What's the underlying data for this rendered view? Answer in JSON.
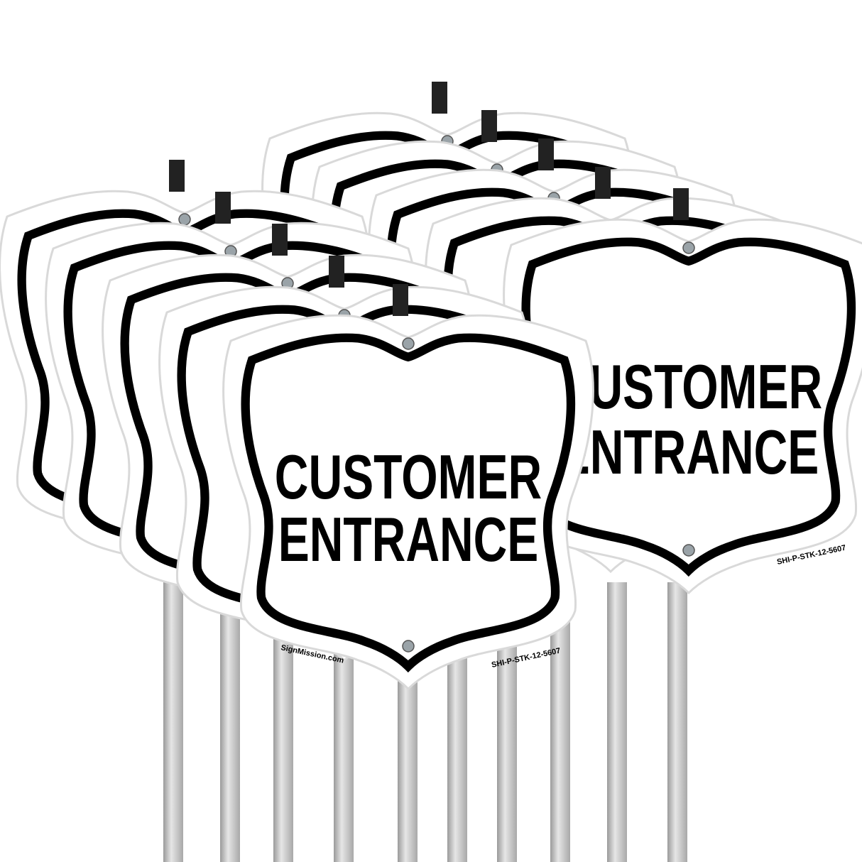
{
  "sign": {
    "line1": "CUSTOMER",
    "line2": "ENTRANCE",
    "brand": "SignMission.com",
    "sku": "SHI-P-STK-12-5607"
  },
  "colors": {
    "sign_face": "#ffffff",
    "border": "#000000",
    "stake": "#c8c8c8"
  }
}
